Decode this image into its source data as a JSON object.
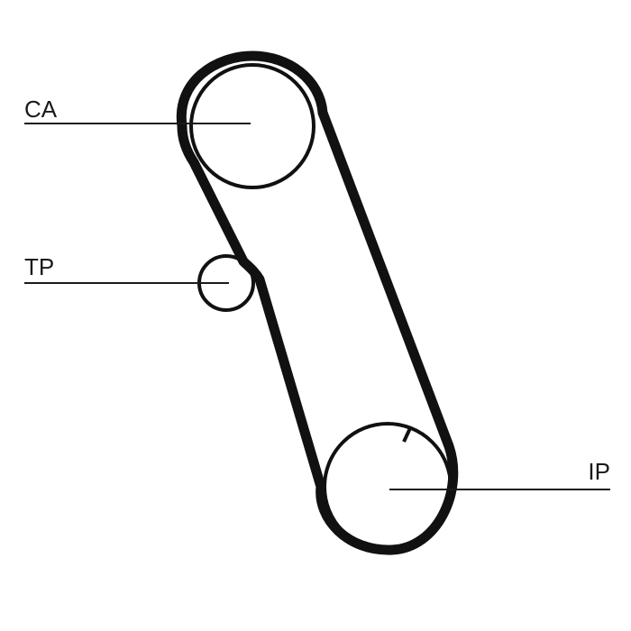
{
  "labels": {
    "camshaft": "CA",
    "tensioner": "TP",
    "injection_pump": "IP"
  },
  "colors": {
    "belt": "#111111",
    "pulley_outline": "#111111",
    "leader_line": "#1a1a1a",
    "background": "#ffffff"
  }
}
